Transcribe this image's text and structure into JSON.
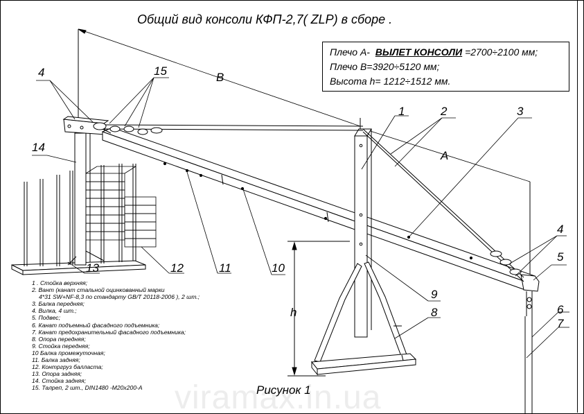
{
  "title": "Общий вид консоли КФП-2,7( ZLP)  в сборе .",
  "spec": {
    "line1_prefix": "Плечо А-",
    "line1_bold": "ВЫЛЕТ КОНСОЛИ",
    "line1_suffix": "=2700÷2100 мм;",
    "line2": "Плечо В=3920÷5120  мм;",
    "line3": "Высота h= 1212÷1512 мм."
  },
  "dim_labels": {
    "b": "B",
    "a": "A",
    "h": "h"
  },
  "callouts": [
    "1",
    "2",
    "3",
    "4",
    "5",
    "6",
    "7",
    "8",
    "9",
    "10",
    "11",
    "12",
    "13",
    "14",
    "15"
  ],
  "legend": [
    "1 .  Стойка верхняя;",
    "2. Вант (канат стальной оцинкованный марки",
    "4*31 SW+NF-8,3   по стандарту  GB/T 20118-2006 ), 2 шт.;",
    "3. Балка передняя;",
    "4. Вилка, 4 шт.;",
    "5. Подвес;",
    "6. Канат подъемный фасадного подъемника;",
    "7. Канат предохранительный фасадного подъемника;",
    "8. Опора передняя;",
    "9. Стойка передняя;",
    "10 Балка промежуточная;",
    "11. Балка задняя;",
    "12. Контргруз балласта;",
    "13. Опора задняя;",
    "14. Стойка задняя;",
    "15. Талреп, 2 шт.,  DIN1480 -M20x200-A"
  ],
  "caption": "Рисунок 1",
  "watermark": "viramax.in.ua"
}
